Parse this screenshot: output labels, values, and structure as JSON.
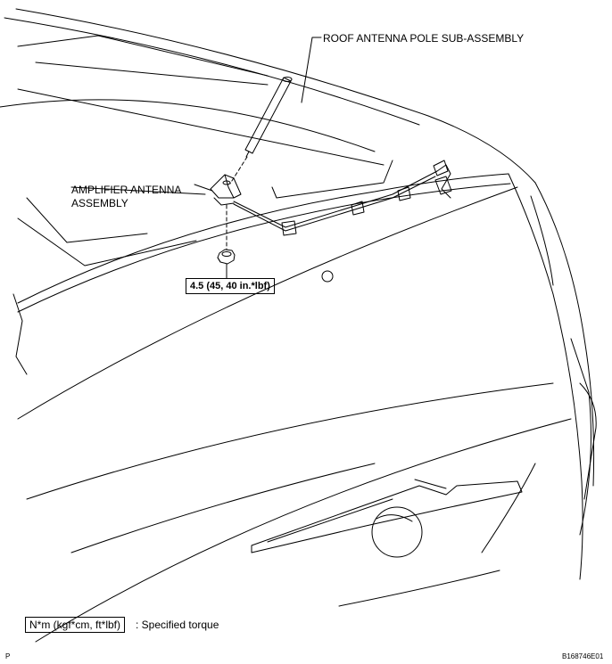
{
  "labels": {
    "roof_antenna_pole": "ROOF ANTENNA POLE SUB-ASSEMBLY",
    "amplifier_line1": "AMPLIFIER ANTENNA",
    "amplifier_line2": "ASSEMBLY",
    "torque_value": "4.5 (45, 40 in.*lbf)"
  },
  "legend": {
    "unit_box": "N*m (kgf*cm, ft*lbf)",
    "description": ": Specified torque"
  },
  "footer": {
    "left_code": "P",
    "figure_id": "B168746E01"
  }
}
